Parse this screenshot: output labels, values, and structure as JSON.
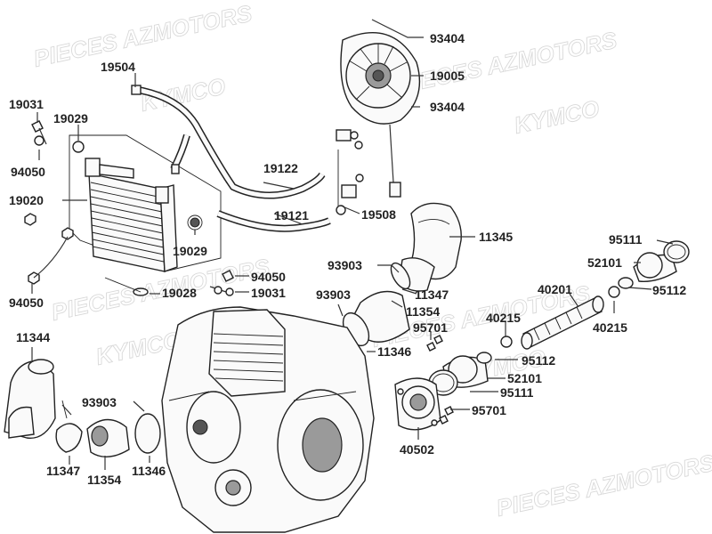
{
  "watermarks": [
    "PIECES AZMOTORS",
    "KYMCO"
  ],
  "callouts": [
    {
      "id": "c1",
      "text": "93404"
    },
    {
      "id": "c2",
      "text": "19005"
    },
    {
      "id": "c3",
      "text": "93404"
    },
    {
      "id": "c4",
      "text": "19504"
    },
    {
      "id": "c5",
      "text": "19031"
    },
    {
      "id": "c6",
      "text": "19029"
    },
    {
      "id": "c7",
      "text": "94050"
    },
    {
      "id": "c8",
      "text": "19020"
    },
    {
      "id": "c9",
      "text": "19122"
    },
    {
      "id": "c10",
      "text": "19121"
    },
    {
      "id": "c11",
      "text": "19508"
    },
    {
      "id": "c12",
      "text": "19029"
    },
    {
      "id": "c13",
      "text": "11345"
    },
    {
      "id": "c14",
      "text": "95111"
    },
    {
      "id": "c15",
      "text": "52101"
    },
    {
      "id": "c16",
      "text": "95112"
    },
    {
      "id": "c17",
      "text": "94050"
    },
    {
      "id": "c18",
      "text": "94050"
    },
    {
      "id": "c19",
      "text": "19031"
    },
    {
      "id": "c20",
      "text": "19028"
    },
    {
      "id": "c21",
      "text": "93903"
    },
    {
      "id": "c22",
      "text": "11347"
    },
    {
      "id": "c23",
      "text": "40201"
    },
    {
      "id": "c24",
      "text": "93903"
    },
    {
      "id": "c25",
      "text": "11354"
    },
    {
      "id": "c26",
      "text": "40215"
    },
    {
      "id": "c27",
      "text": "40215"
    },
    {
      "id": "c28",
      "text": "95701"
    },
    {
      "id": "c29",
      "text": "11344"
    },
    {
      "id": "c30",
      "text": "11346"
    },
    {
      "id": "c31",
      "text": "95112"
    },
    {
      "id": "c32",
      "text": "52101"
    },
    {
      "id": "c33",
      "text": "95111"
    },
    {
      "id": "c34",
      "text": "93903"
    },
    {
      "id": "c35",
      "text": "95701"
    },
    {
      "id": "c36",
      "text": "40502"
    },
    {
      "id": "c37",
      "text": "11347"
    },
    {
      "id": "c38",
      "text": "11354"
    },
    {
      "id": "c39",
      "text": "11346"
    }
  ]
}
